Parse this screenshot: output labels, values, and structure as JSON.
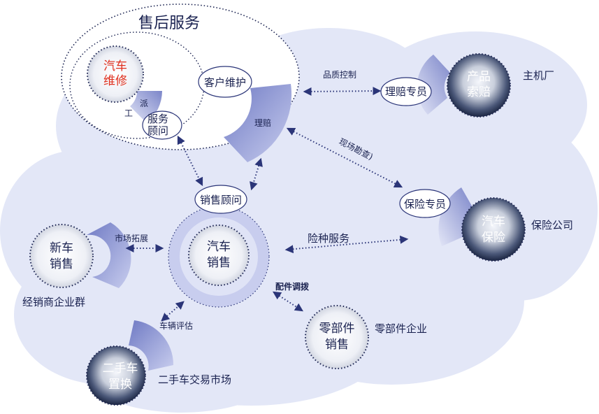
{
  "title": "售后服务",
  "nodes": {
    "repair": {
      "line1": "汽车",
      "line2": "维修"
    },
    "customer_care": "客户维护",
    "service_advisor": {
      "line1": "服务",
      "line2": "顾问"
    },
    "dispatch": {
      "char1": "派",
      "char2": "工"
    },
    "claims_sector": "理赔",
    "claims_specialist": "理赔专员",
    "product_claims": {
      "line1": "产品",
      "line2": "索赔"
    },
    "oem": "主机厂",
    "sales_advisor": "销售顾问",
    "car_sales": {
      "line1": "汽车",
      "line2": "销售"
    },
    "insurance_specialist": "保险专员",
    "car_insurance": {
      "line1": "汽车",
      "line2": "保险"
    },
    "insurance_company": "保险公司",
    "new_car": {
      "line1": "新车",
      "line2": "销售"
    },
    "dealer_group": "经销商企业群",
    "used_car": {
      "line1": "二手车",
      "line2": "置换"
    },
    "used_market": "二手车交易市场",
    "parts": {
      "line1": "零部件",
      "line2": "销售"
    },
    "parts_company": "零部件企业"
  },
  "links": {
    "quality_control": "品质控制",
    "site_survey": "现场勘查)",
    "market_expansion": "市场拓展",
    "insurance_service": "险种服务",
    "parts_allocation": "配件调拨",
    "vehicle_evaluation": "车辆评估"
  },
  "colors": {
    "cloud": "#e3e7f7",
    "dark_navy": "#1a2250",
    "accent_red": "#e0301e",
    "sector": "#8c96d2",
    "ring": "#c8cdee",
    "dots": "#2b3578"
  }
}
